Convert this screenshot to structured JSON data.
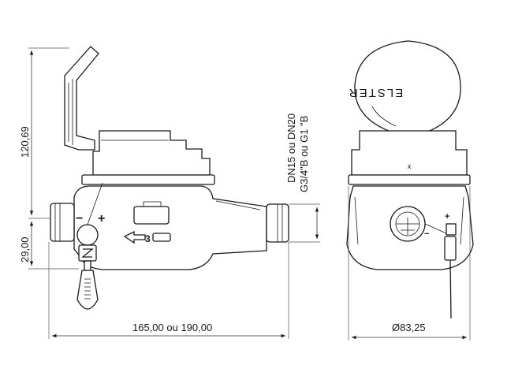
{
  "dimensions": {
    "height_total": "120,69",
    "height_axis": "29,00",
    "length": "165,00 ou 190,00",
    "diameter": "Ø83,25"
  },
  "connection_note": {
    "line1": "DN15 ou DN20",
    "line2": "G3/4\"B ou G1 \"B"
  },
  "markings": {
    "brand": "ELSTER",
    "plus": "+",
    "minus": "−",
    "arrow_digit": "3",
    "plus_small": "+",
    "minus_small": "−"
  }
}
